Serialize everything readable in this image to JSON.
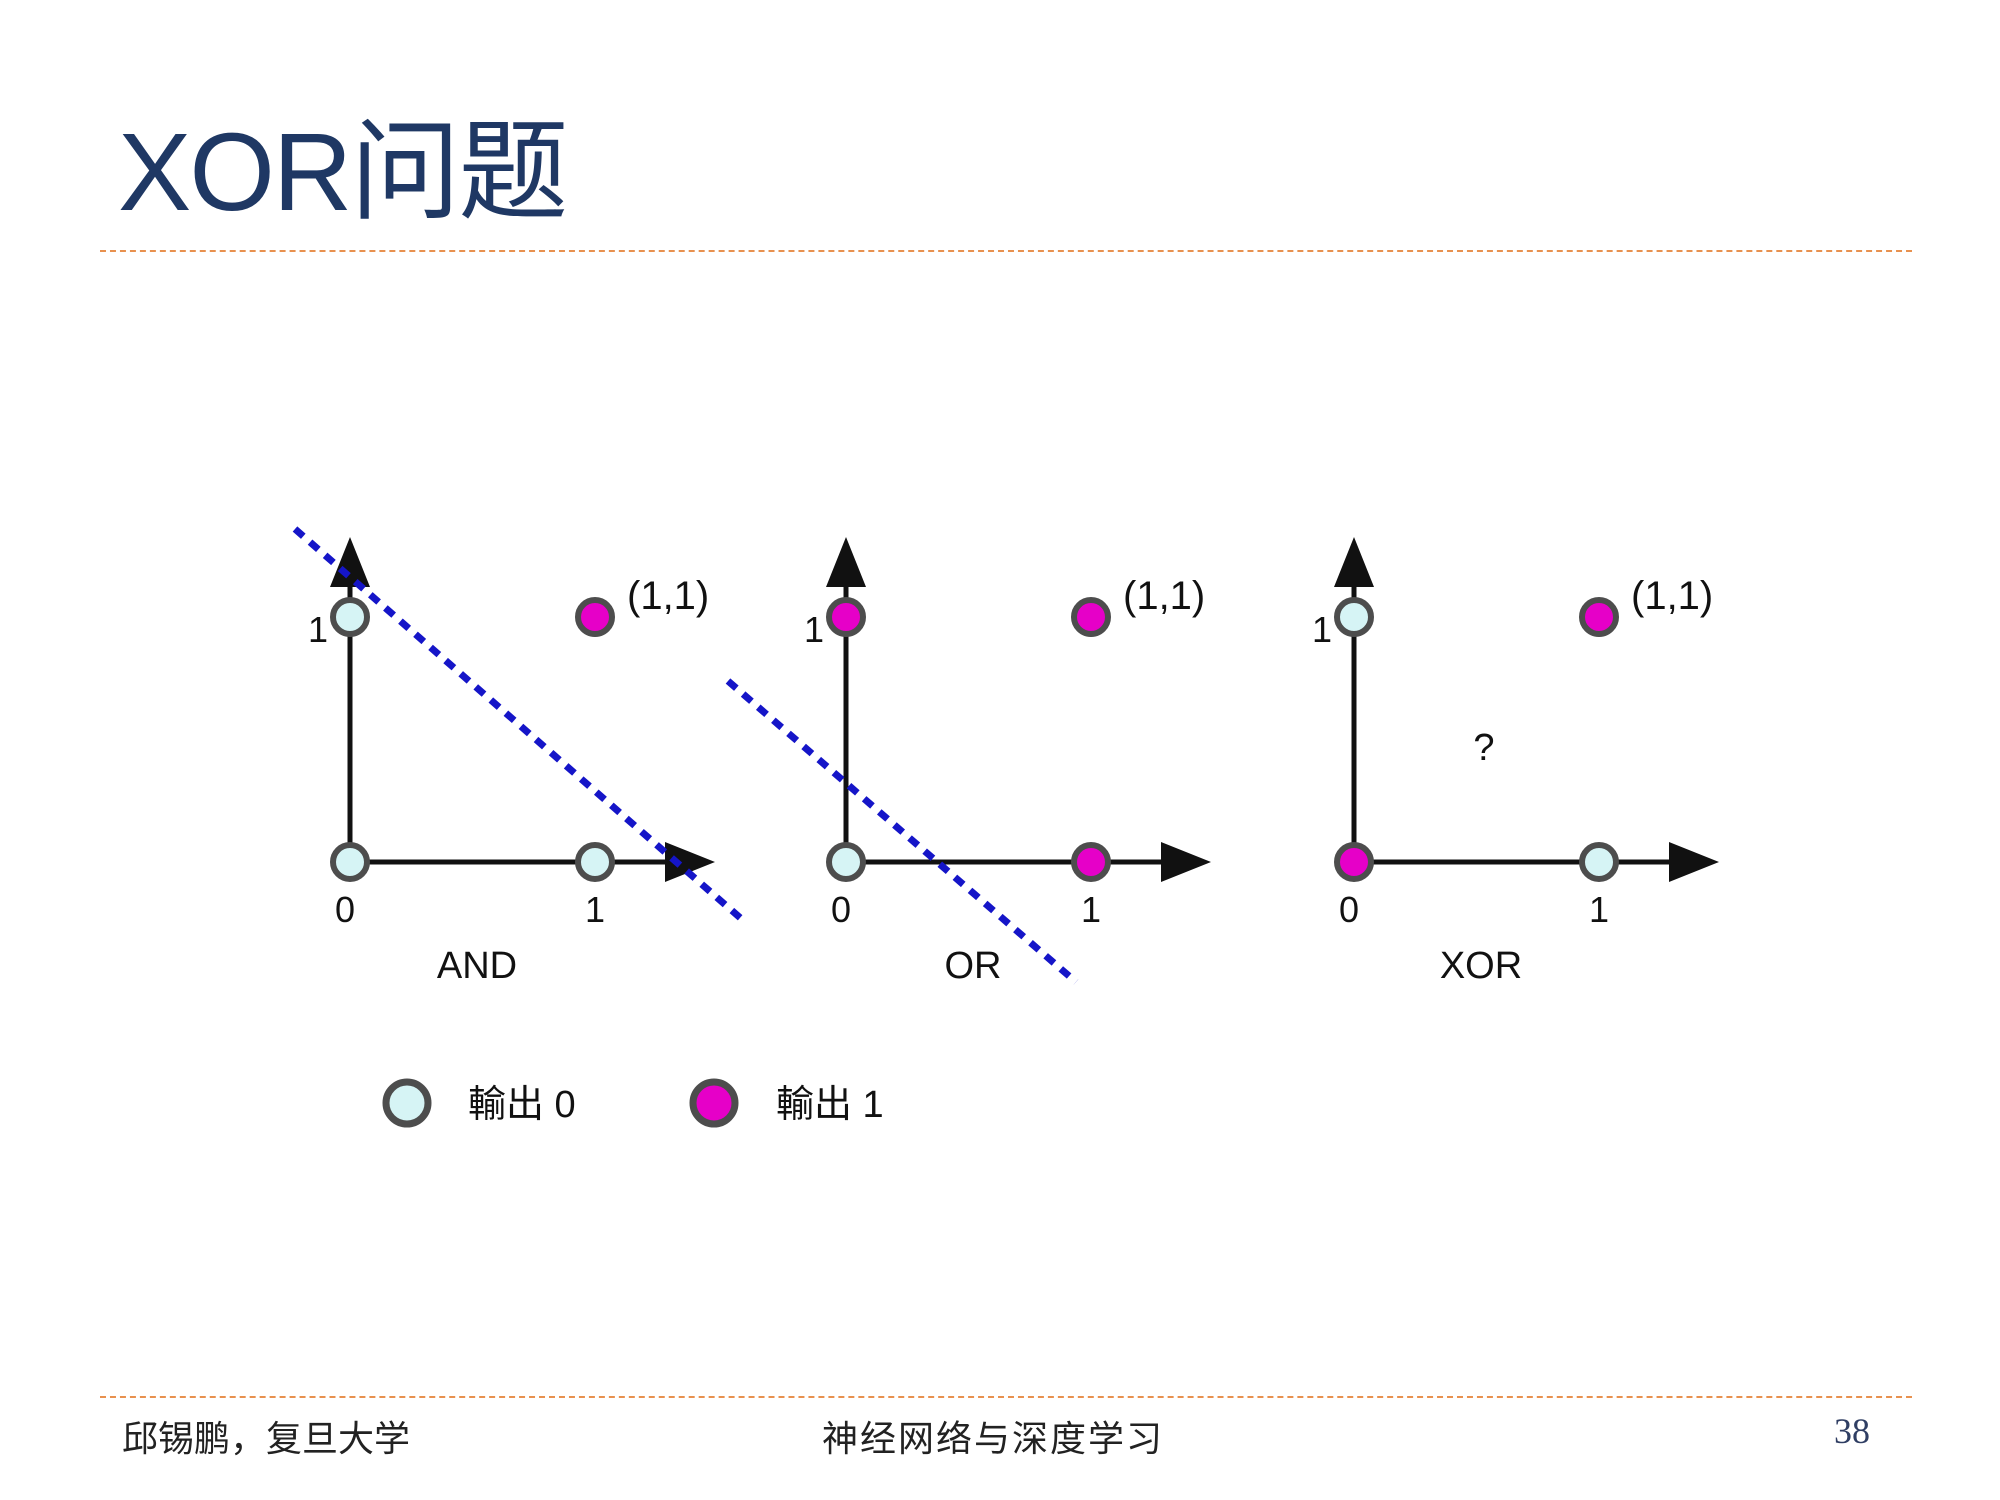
{
  "title": "XOR问题",
  "colors": {
    "title": "#1f3864",
    "rule": "#e8914f",
    "output0_fill": "#d6f4f5",
    "output1_fill": "#e600c8",
    "circle_stroke": "#4d4d4d",
    "decision_line": "#1515c8"
  },
  "panels": [
    {
      "name": "AND",
      "label": "AND",
      "tick_x0": "0",
      "tick_x1": "1",
      "tick_y1": "1",
      "point_label": "(1,1)",
      "points": {
        "p00": 0,
        "p01": 0,
        "p10": 0,
        "p11": 1
      },
      "decision_line": true,
      "question": ""
    },
    {
      "name": "OR",
      "label": "OR",
      "tick_x0": "0",
      "tick_x1": "1",
      "tick_y1": "1",
      "point_label": "(1,1)",
      "points": {
        "p00": 0,
        "p01": 1,
        "p10": 1,
        "p11": 1
      },
      "decision_line": true,
      "question": ""
    },
    {
      "name": "XOR",
      "label": "XOR",
      "tick_x0": "0",
      "tick_x1": "1",
      "tick_y1": "1",
      "point_label": "(1,1)",
      "points": {
        "p00": 1,
        "p01": 0,
        "p10": 0,
        "p11": 1
      },
      "decision_line": false,
      "question": "?"
    }
  ],
  "legend": {
    "output0": "輸出 0",
    "output1": "輸出 1"
  },
  "footer": {
    "left": "邱锡鹏，复旦大学",
    "center": "神经网络与深度学习",
    "page": "38"
  }
}
